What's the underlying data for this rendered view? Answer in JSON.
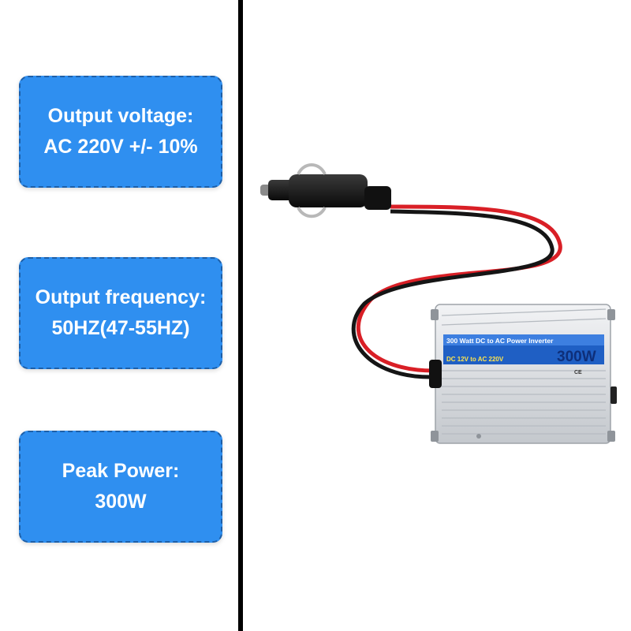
{
  "specs": [
    {
      "label": "Output voltage:",
      "value": "AC 220V +/- 10%"
    },
    {
      "label": "Output frequency:",
      "value": "50HZ(47-55HZ)"
    },
    {
      "label": "Peak Power:",
      "value": "300W"
    }
  ],
  "product": {
    "title": "300 Watt DC to AC Power Inverter",
    "subtitle": "DC 12V to AC 220V",
    "wattage": "300W",
    "marks": "CE"
  },
  "colors": {
    "card_background": "#2f8ff0",
    "card_border": "#1d5fa8",
    "divider": "#000000",
    "label_panel": "#1f5fc4"
  }
}
